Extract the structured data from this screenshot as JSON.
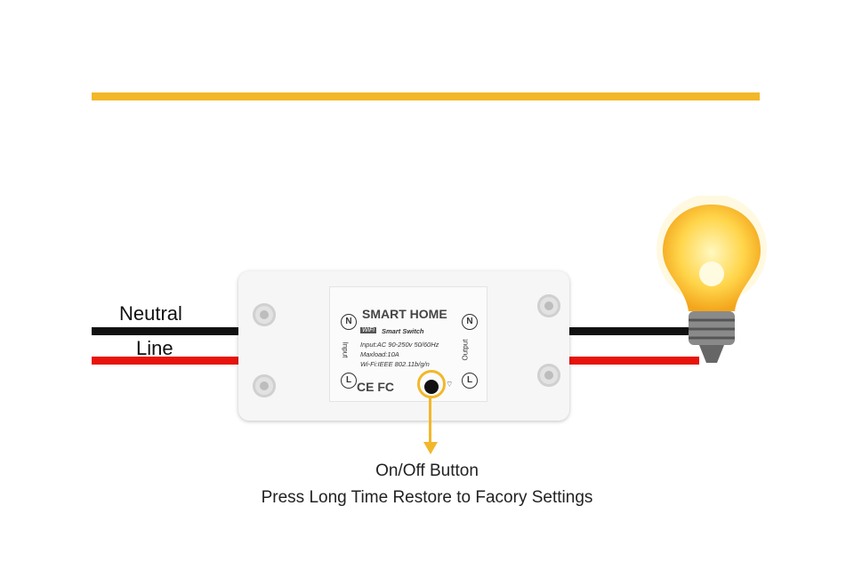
{
  "wires": {
    "neutral_label": "Neutral",
    "line_label": "Line",
    "neutral_color": "#111111",
    "line_color": "#e8140c"
  },
  "accent_color": "#f2b72a",
  "device": {
    "brand": "SMART HOME",
    "badge": "WiFi",
    "subtitle": "Smart Switch",
    "spec_input": "Input:AC 90-250v 50/60Hz",
    "spec_maxload": "Maxload:10A",
    "spec_wifi": "Wi-Fi:IEEE 802.11b/g/n",
    "input_label": "Input",
    "output_label": "Output",
    "terminal_n": "N",
    "terminal_l": "L",
    "cert": "CE FC"
  },
  "callout": {
    "title": "On/Off Button",
    "description": "Press Long Time Restore to Facory Settings"
  }
}
